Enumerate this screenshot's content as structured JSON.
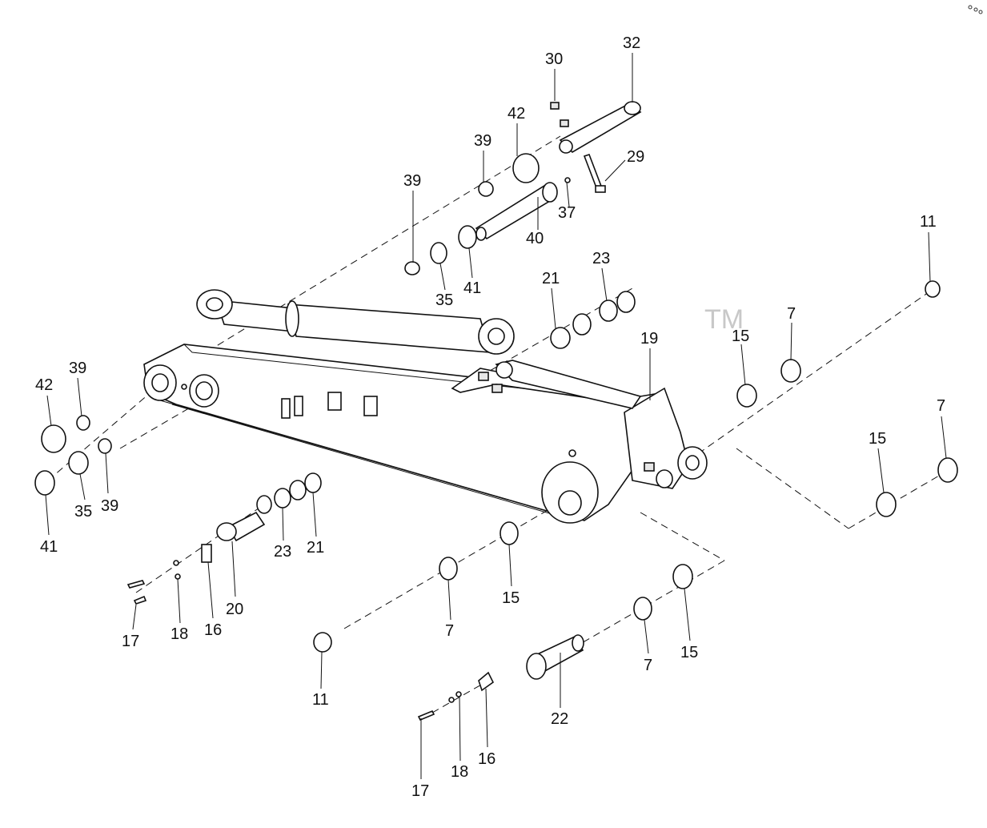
{
  "diagram": {
    "watermark": "",
    "watermark_tm": "TM",
    "callouts": {
      "c32": "32",
      "c30": "30",
      "c42a": "42",
      "c39a": "39",
      "c29": "29",
      "c39b": "39",
      "c37": "37",
      "c40": "40",
      "c35a": "35",
      "c41a": "41",
      "c11a": "11",
      "c21a": "21",
      "c23a": "23",
      "c7a": "7",
      "c15a": "15",
      "c19": "19",
      "c42b": "42",
      "c39c": "39",
      "c39d": "39",
      "c35b": "35",
      "c41b": "41",
      "c23b": "23",
      "c21b": "21",
      "c20": "20",
      "c16a": "16",
      "c18a": "18",
      "c17a": "17",
      "c7b": "7",
      "c15b": "15",
      "c7c": "7",
      "c15c": "15",
      "c11b": "11",
      "c7d": "7",
      "c15d": "15",
      "c22": "22",
      "c16b": "16",
      "c18b": "18",
      "c17b": "17"
    }
  }
}
